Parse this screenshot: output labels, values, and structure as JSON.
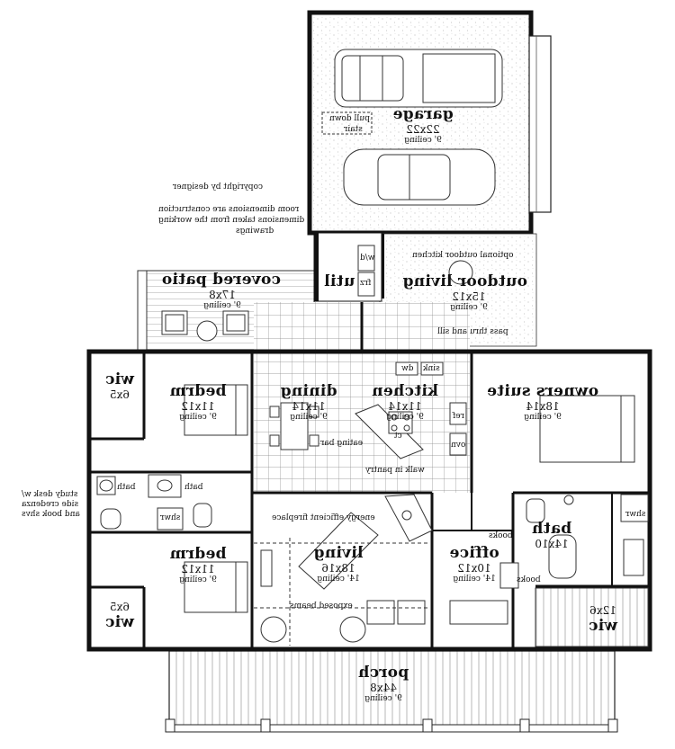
{
  "notes": {
    "copyright": "copyright by designer",
    "dimensions_line1": "room dimensions are construction",
    "dimensions_line2": "dimensions taken from the working",
    "dimensions_line3": "drawings",
    "study_desk_line1": "study desk w/",
    "study_desk_line2": "side credenza",
    "study_desk_line3": "and book shvs"
  },
  "rooms": {
    "garage": {
      "name": "garage",
      "dim": "22x22",
      "ceiling": "9' ceiling"
    },
    "covered_patio": {
      "name": "covered patio",
      "dim": "17x8",
      "ceiling": "9' ceiling"
    },
    "outdoor_living": {
      "name": "outdoor living",
      "dim": "15x12",
      "ceiling": "9' ceiling"
    },
    "util": {
      "name": "util"
    },
    "bedrm_top": {
      "name": "bedrm",
      "dim": "11x12",
      "ceiling": "9' ceiling"
    },
    "dining": {
      "name": "dining",
      "dim": "11x14",
      "ceiling": "9' ceiling"
    },
    "kitchen": {
      "name": "kitchen",
      "dim": "11x14",
      "ceiling": "9' ceiling"
    },
    "owners_suite": {
      "name": "owners suite",
      "dim": "18x14",
      "ceiling": "9' ceiling"
    },
    "wic_top": {
      "name": "wic",
      "dim": "6x5"
    },
    "wic_bottom": {
      "name": "wic",
      "dim": "6x5"
    },
    "wic_owner": {
      "name": "wic",
      "dim": "12x6"
    },
    "bath_owner": {
      "name": "bath",
      "dim": "14x10"
    },
    "bedrm_bottom": {
      "name": "bedrm",
      "dim": "11x12",
      "ceiling": "9' ceiling"
    },
    "living": {
      "name": "living",
      "dim": "18x16",
      "ceiling": "14' ceiling"
    },
    "office": {
      "name": "office",
      "dim": "10x12",
      "ceiling": "14' ceiling"
    },
    "porch": {
      "name": "porch",
      "dim": "44x8",
      "ceiling": "9' ceiling"
    }
  },
  "callouts": {
    "pull_down_stair_1": "pull down",
    "pull_down_stair_2": "stair",
    "optional_outdoor_kitchen": "optional outdoor kitchen",
    "pass_thru_and_sill": "pass thru and sill",
    "eating_bar": "eating bar",
    "walk_in_pantry": "walk in pantry",
    "energy_efficient_fireplace": "energy efficient fireplace",
    "exposed_beams": "exposed beams",
    "dw": "dw",
    "sink": "sink",
    "ref": "ref",
    "ovn": "ovn",
    "ct": "ct",
    "bath_small": "bath",
    "bath_small2": "bath",
    "shwr": "shwr",
    "shwr_owner": "shwr",
    "books": "books",
    "books2": "books",
    "wd": "w/d",
    "frz": "frz"
  }
}
